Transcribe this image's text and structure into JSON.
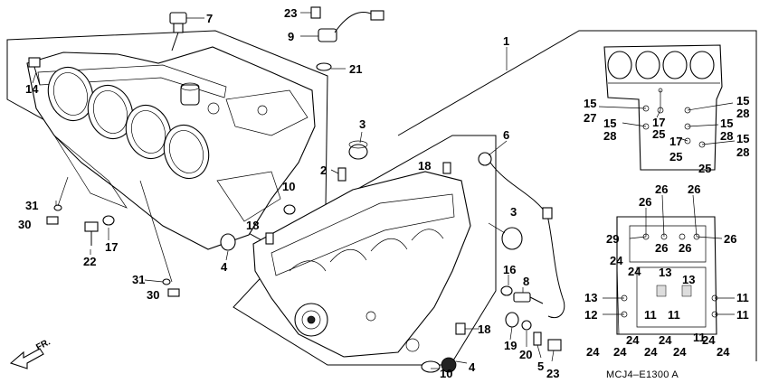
{
  "diagram_code": "MCJ4–E1300 A",
  "direction_label": "FR.",
  "callouts": [
    {
      "id": "c7a",
      "text": "7"
    },
    {
      "id": "c23a",
      "text": "23"
    },
    {
      "id": "c9",
      "text": "9"
    },
    {
      "id": "c21",
      "text": "21"
    },
    {
      "id": "c1",
      "text": "1"
    },
    {
      "id": "c14",
      "text": "14"
    },
    {
      "id": "c3a",
      "text": "3"
    },
    {
      "id": "c2",
      "text": "2"
    },
    {
      "id": "c6",
      "text": "6"
    },
    {
      "id": "c18a",
      "text": "18"
    },
    {
      "id": "c10a",
      "text": "10"
    },
    {
      "id": "c18b",
      "text": "18"
    },
    {
      "id": "c3b",
      "text": "3"
    },
    {
      "id": "c31a",
      "text": "31"
    },
    {
      "id": "c30a",
      "text": "30"
    },
    {
      "id": "c22",
      "text": "22"
    },
    {
      "id": "c17a",
      "text": "17"
    },
    {
      "id": "c4a",
      "text": "4"
    },
    {
      "id": "c16",
      "text": "16"
    },
    {
      "id": "c8",
      "text": "8"
    },
    {
      "id": "c31b",
      "text": "31"
    },
    {
      "id": "c30b",
      "text": "30"
    },
    {
      "id": "c18c",
      "text": "18"
    },
    {
      "id": "c19",
      "text": "19"
    },
    {
      "id": "c20",
      "text": "20"
    },
    {
      "id": "c5",
      "text": "5"
    },
    {
      "id": "c23b",
      "text": "23"
    },
    {
      "id": "c4b",
      "text": "4"
    },
    {
      "id": "c10b",
      "text": "10"
    }
  ],
  "top_view_callouts": [
    {
      "id": "t15a",
      "text": "15"
    },
    {
      "id": "t27",
      "text": "27"
    },
    {
      "id": "t15b",
      "text": "15"
    },
    {
      "id": "t28a",
      "text": "28"
    },
    {
      "id": "t17a",
      "text": "17"
    },
    {
      "id": "t25a",
      "text": "25"
    },
    {
      "id": "t15c",
      "text": "15"
    },
    {
      "id": "t28b",
      "text": "28"
    },
    {
      "id": "t15d",
      "text": "15"
    },
    {
      "id": "t28c",
      "text": "28"
    },
    {
      "id": "t17b",
      "text": "17"
    },
    {
      "id": "t15e",
      "text": "15"
    },
    {
      "id": "t28d",
      "text": "28"
    },
    {
      "id": "t25b",
      "text": "25"
    },
    {
      "id": "t25c",
      "text": "25"
    }
  ],
  "bottom_view_callouts": [
    {
      "id": "b26a",
      "text": "26"
    },
    {
      "id": "b26b",
      "text": "26"
    },
    {
      "id": "b26c",
      "text": "26"
    },
    {
      "id": "b29",
      "text": "29"
    },
    {
      "id": "b26d",
      "text": "26"
    },
    {
      "id": "b26e",
      "text": "26"
    },
    {
      "id": "b26f",
      "text": "26"
    },
    {
      "id": "b24a",
      "text": "24"
    },
    {
      "id": "b24b",
      "text": "24"
    },
    {
      "id": "b13a",
      "text": "13"
    },
    {
      "id": "b13b",
      "text": "13"
    },
    {
      "id": "b13c",
      "text": "13"
    },
    {
      "id": "b11a",
      "text": "11"
    },
    {
      "id": "b12",
      "text": "12"
    },
    {
      "id": "b11b",
      "text": "11"
    },
    {
      "id": "b11c",
      "text": "11"
    },
    {
      "id": "b11d",
      "text": "11"
    },
    {
      "id": "b11e",
      "text": "11"
    },
    {
      "id": "b24c",
      "text": "24"
    },
    {
      "id": "b24d",
      "text": "24"
    },
    {
      "id": "b24e",
      "text": "24"
    },
    {
      "id": "b24f",
      "text": "24"
    },
    {
      "id": "b24g",
      "text": "24"
    },
    {
      "id": "b24h",
      "text": "24"
    },
    {
      "id": "b24i",
      "text": "24"
    },
    {
      "id": "b24j",
      "text": "24"
    }
  ]
}
